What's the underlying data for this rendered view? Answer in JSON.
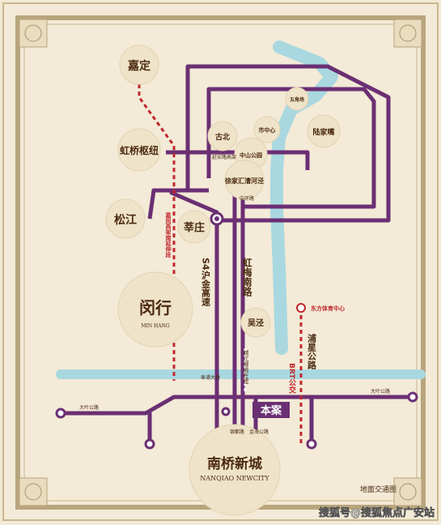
{
  "colors": {
    "background": "#f3ead7",
    "frame": "#b8a57d",
    "road": "#6b2f73",
    "road_light": "#8b59a0",
    "river": "#a9d8e0",
    "accent_red": "#c0272d",
    "badge_bg": "#efe3c9",
    "badge_text": "#4a2a10"
  },
  "districts": {
    "jiading": "嘉定",
    "hongqiao_hub": "虹桥枢纽",
    "songjiang": "松江",
    "xinzhuang": "莘庄",
    "minhang_cn": "闵行",
    "minhang_en": "MIN HANG",
    "gubei": "古北",
    "zhongshan_park": "中山公园",
    "xujiahui": "徐家汇漕河泾",
    "wujiaochang": "五角场",
    "city_center": "市中心",
    "lujiazui": "陆家嘴",
    "wujing": "吴泾"
  },
  "roads": {
    "yanan": "延安路高架",
    "zhonghuan": "中环路",
    "s4_label": "S4沪金高速",
    "hongmei": "虹梅南路",
    "jiaxian": "嘉闵高架南延伸段",
    "yuejiang": "越江隧道在建",
    "fengpu": "奉浦大桥",
    "puxing": "浦星公路",
    "brt": "BRT公交",
    "daye_w": "大叶公路",
    "daye_e": "大叶公路",
    "yinlou": "银都路",
    "jinhai": "金海公路"
  },
  "pois": {
    "oriental_sports": "东方体育中心",
    "project": "本案",
    "nanqiao_cn": "南桥新城",
    "nanqiao_en": "NANQIAO NEWCITY"
  },
  "caption": "地面交通图",
  "watermark": "搜狐号@搜狐焦点广安站"
}
